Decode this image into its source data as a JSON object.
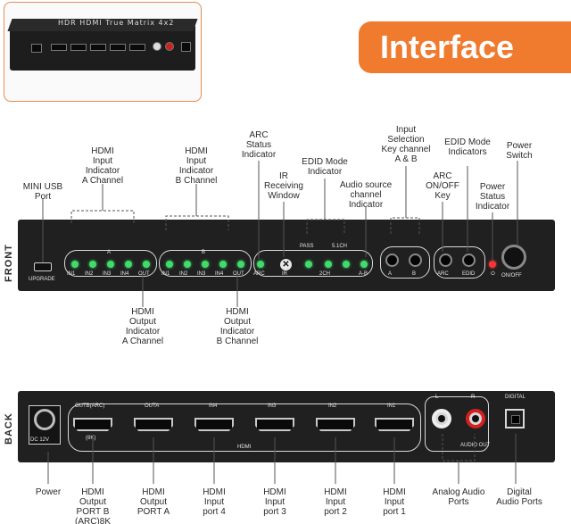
{
  "banner": {
    "title": "Interface"
  },
  "thumbnail": {
    "device_title": "HDR HDMI True Matrix 4x2"
  },
  "side_labels": {
    "front": "FRONT",
    "back": "BACK"
  },
  "front_panel": {
    "upgrade": "UPGRADE",
    "group_a": "A",
    "group_b": "B",
    "inputs_a": [
      "IN1",
      "IN2",
      "IN3",
      "IN4",
      "OUT"
    ],
    "inputs_b": [
      "IN1",
      "IN2",
      "IN3",
      "IN4",
      "OUT"
    ],
    "pass": "PASS",
    "ch51": "5.1CH",
    "arc": "ARC",
    "ir": "IR",
    "ch2": "2CH",
    "ab": "A-B",
    "btn_a": "A",
    "btn_b": "B",
    "btn_arc": "ARC",
    "btn_edid": "EDID",
    "on_off": "ON/OFF"
  },
  "back_panel": {
    "dc": "DC 12V",
    "out_b": "OUTB(ARC)",
    "out_a": "OUTA",
    "in4": "IN4",
    "in3": "IN3",
    "in2": "IN2",
    "in1": "IN1",
    "eightk": "(8K)",
    "hdmi": "HDMI",
    "l": "L",
    "r": "R",
    "digital": "DIGITAL",
    "audio_out": "AUDIO OUT"
  },
  "annotations": {
    "mini_usb": "MINI USB\nPort",
    "hdmi_in_a": "HDMI\nInput\nIndicator\nA Channel",
    "hdmi_in_b": "HDMI\nInput\nIndicator\nB Channel",
    "arc_status": "ARC\nStatus\nIndicator",
    "ir_window": "IR\nReceiving\nWindow",
    "edid_mode_ind": "EDID Mode\nIndicator",
    "audio_src": "Audio source\nchannel\nIndicator",
    "input_sel": "Input\nSelection\nKey channel\nA & B",
    "arc_key": "ARC\nON/OFF\nKey",
    "edid_indicators": "EDID Mode\nIndicators",
    "power_status": "Power\nStatus\nIndicator",
    "power_switch": "Power\nSwitch",
    "hdmi_out_a": "HDMI\nOutput\nIndicator\nA Channel",
    "hdmi_out_b": "HDMI\nOutput\nIndicator\nB Channel",
    "power": "Power",
    "out_port_b": "HDMI\nOutput\nPORT B\n(ARC)8K",
    "out_port_a": "HDMI\nOutput\nPORT A",
    "in_port_4": "HDMI\nInput\nport 4",
    "in_port_3": "HDMI\nInput\nport 3",
    "in_port_2": "HDMI\nInput\nport 2",
    "in_port_1": "HDMI\nInput\nport 1",
    "analog_audio": "Analog Audio\nPorts",
    "digital_audio": "Digital\nAudio Ports"
  },
  "colors": {
    "accent": "#f07a2e",
    "led": "#3fdc6a",
    "power_led": "#ff3535"
  }
}
